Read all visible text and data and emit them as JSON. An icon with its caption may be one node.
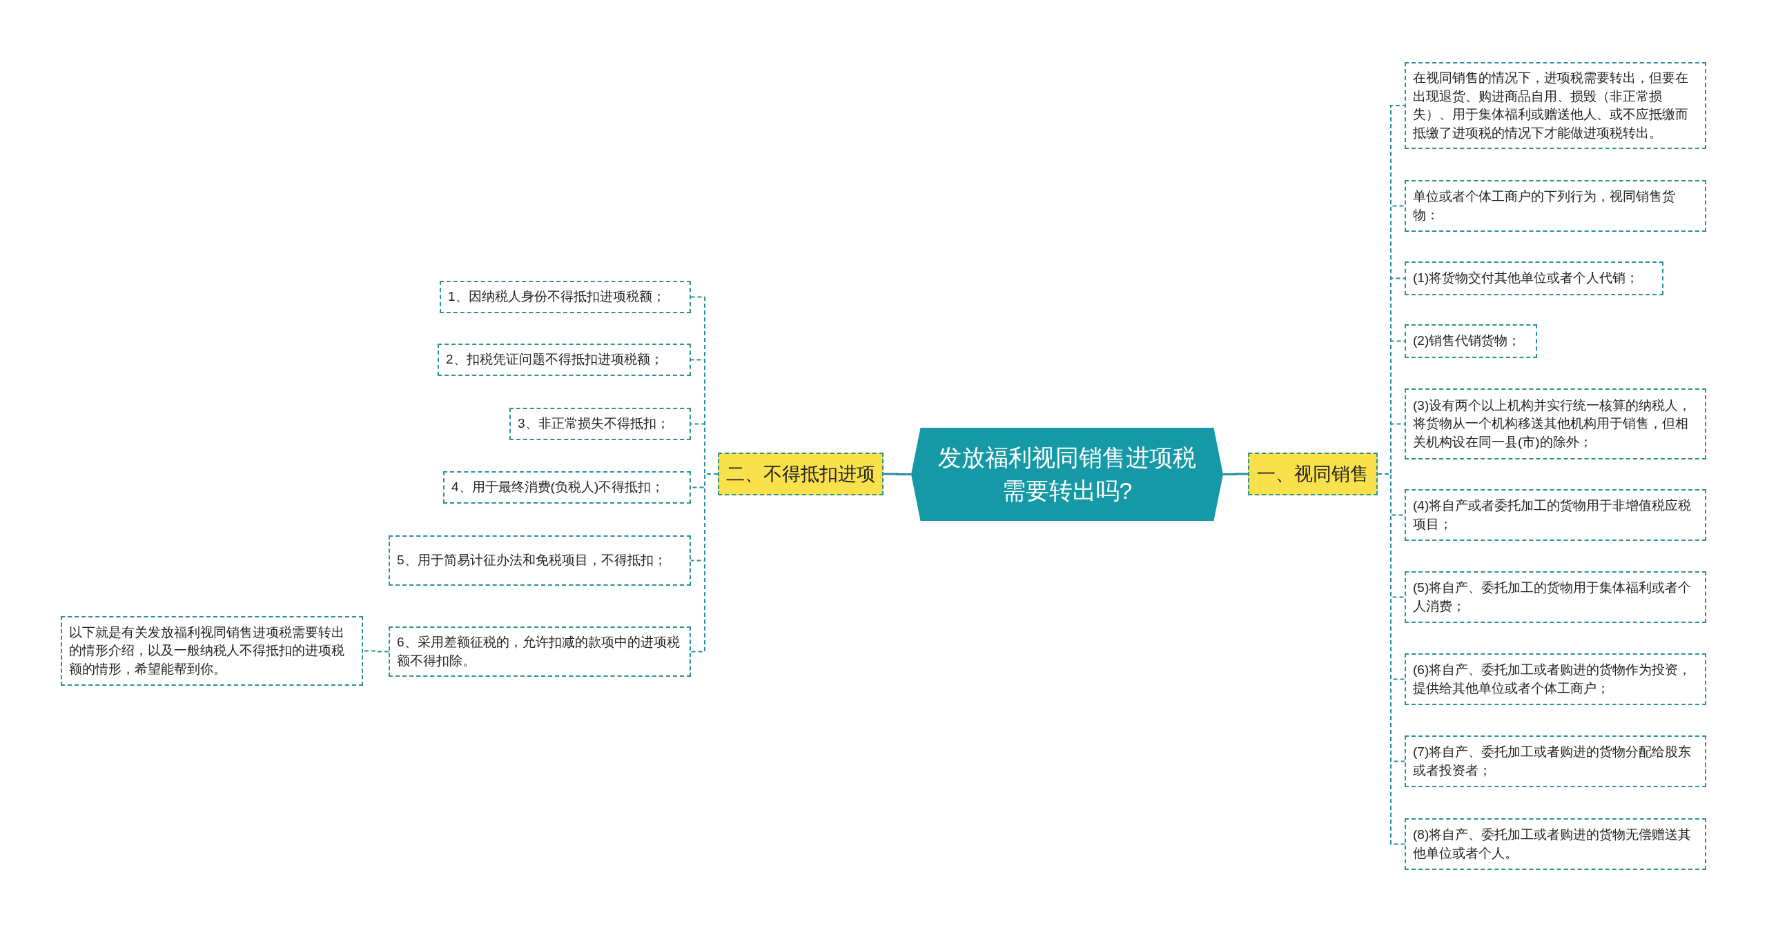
{
  "diagram": {
    "nodes": [
      {
        "text": [
          "发放福利视同销售进项税需要转出吗?"
        ]
      },
      {
        "text": [
          "一、视同销售"
        ]
      },
      {
        "text": [
          "在视同销售的情况下，进项税需要转出，但要在出现退货、购进商品自用、损毁（非正常损失）、用于集体福利或赠送他人、或不应抵缴而抵缴了进项税的情况下才能做进项税转出。"
        ]
      },
      {
        "text": [
          "单位或者个体工商户的下列行为，视同销售货物："
        ]
      },
      {
        "text": [
          "(1)将货物交付其他单位或者个人代销；"
        ]
      },
      {
        "text": [
          "(2)销售代销货物；"
        ]
      },
      {
        "text": [
          "(3)设有两个以上机构并实行统一核算的纳税人，将货物从一个机构移送其他机构用于销售，但相关机构设在同一县(市)的除外；"
        ]
      },
      {
        "text": [
          "(4)将自产或者委托加工的货物用于非增值税应税项目；"
        ]
      },
      {
        "text": [
          "(5)将自产、委托加工的货物用于集体福利或者个人消费；"
        ]
      },
      {
        "text": [
          "(6)将自产、委托加工或者购进的货物作为投资，提供给其他单位或者个体工商户；"
        ]
      },
      {
        "text": [
          "(7)将自产、委托加工或者购进的货物分配给股东或者投资者；"
        ]
      },
      {
        "text": [
          "(8)将自产、委托加工或者购进的货物无偿赠送其他单位或者个人。"
        ]
      },
      {
        "text": [
          "二、不得抵扣进项"
        ]
      },
      {
        "text": [
          "1、因纳税人身份不得抵扣进项税额；"
        ]
      },
      {
        "text": [
          "2、扣税凭证问题不得抵扣进项税额；"
        ]
      },
      {
        "text": [
          "3、非正常损失不得抵扣；"
        ]
      },
      {
        "text": [
          "4、用于最终消费(负税人)不得抵扣；"
        ]
      },
      {
        "text": [
          "5、用于简易计征办法和免税项目，不得抵扣；"
        ]
      },
      {
        "text": [
          "6、采用差额征税的，允许扣减的款项中的进项税额不得扣除。"
        ]
      },
      {
        "text": [
          "以下就是有关发放福利视同销售进项税需要转出的情形介绍，以及一般纳税人不得抵扣的进项税额的情形，希望能帮到你。"
        ]
      }
    ],
    "edges": [
      {
        "from": 0,
        "to": 1,
        "arrow": "none"
      },
      {
        "from": 1,
        "to": 2,
        "arrow": "none",
        "style": "dashed"
      },
      {
        "from": 1,
        "to": 3,
        "arrow": "none",
        "style": "dashed"
      },
      {
        "from": 1,
        "to": 4,
        "arrow": "none",
        "style": "dashed"
      },
      {
        "from": 1,
        "to": 5,
        "arrow": "none",
        "style": "dashed"
      },
      {
        "from": 1,
        "to": 6,
        "arrow": "none",
        "style": "dashed"
      },
      {
        "from": 1,
        "to": 7,
        "arrow": "none",
        "style": "dashed"
      },
      {
        "from": 1,
        "to": 8,
        "arrow": "none",
        "style": "dashed"
      },
      {
        "from": 1,
        "to": 9,
        "arrow": "none",
        "style": "dashed"
      },
      {
        "from": 1,
        "to": 10,
        "arrow": "none",
        "style": "dashed"
      },
      {
        "from": 1,
        "to": 11,
        "arrow": "none",
        "style": "dashed"
      },
      {
        "from": 0,
        "to": 12,
        "arrow": "none"
      },
      {
        "from": 12,
        "to": 13,
        "arrow": "none",
        "style": "dashed"
      },
      {
        "from": 12,
        "to": 14,
        "arrow": "none",
        "style": "dashed"
      },
      {
        "from": 12,
        "to": 15,
        "arrow": "none",
        "style": "dashed"
      },
      {
        "from": 12,
        "to": 16,
        "arrow": "none",
        "style": "dashed"
      },
      {
        "from": 12,
        "to": 17,
        "arrow": "none",
        "style": "dashed"
      },
      {
        "from": 12,
        "to": 18,
        "arrow": "none",
        "style": "dashed"
      },
      {
        "from": 18,
        "to": 19,
        "arrow": "none",
        "style": "dashed"
      }
    ]
  }
}
